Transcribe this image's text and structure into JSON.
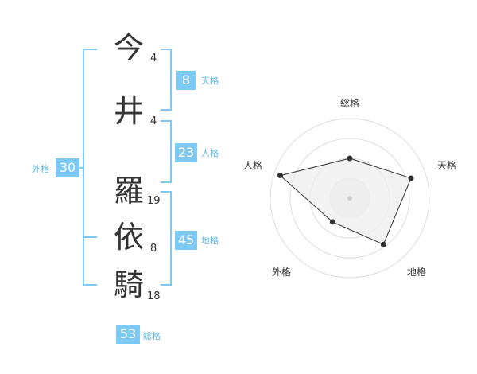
{
  "name_chars": [
    {
      "char": "今",
      "strokes": "4"
    },
    {
      "char": "井",
      "strokes": "4"
    },
    {
      "char": "羅",
      "strokes": "19"
    },
    {
      "char": "依",
      "strokes": "8"
    },
    {
      "char": "騎",
      "strokes": "18"
    }
  ],
  "fortunes": {
    "tenkaku": {
      "value": "8",
      "label": "天格"
    },
    "jinkaku": {
      "value": "23",
      "label": "人格"
    },
    "chikaku": {
      "value": "45",
      "label": "地格"
    },
    "gaikaku": {
      "value": "30",
      "label": "外格"
    },
    "soukaku": {
      "value": "53",
      "label": "総格"
    }
  },
  "chart_data": {
    "type": "radar",
    "axes": [
      "総格",
      "天格",
      "地格",
      "外格",
      "人格"
    ],
    "values": [
      0.5,
      0.81,
      0.72,
      0.37,
      0.92
    ],
    "max": 1,
    "rings": 4
  }
}
